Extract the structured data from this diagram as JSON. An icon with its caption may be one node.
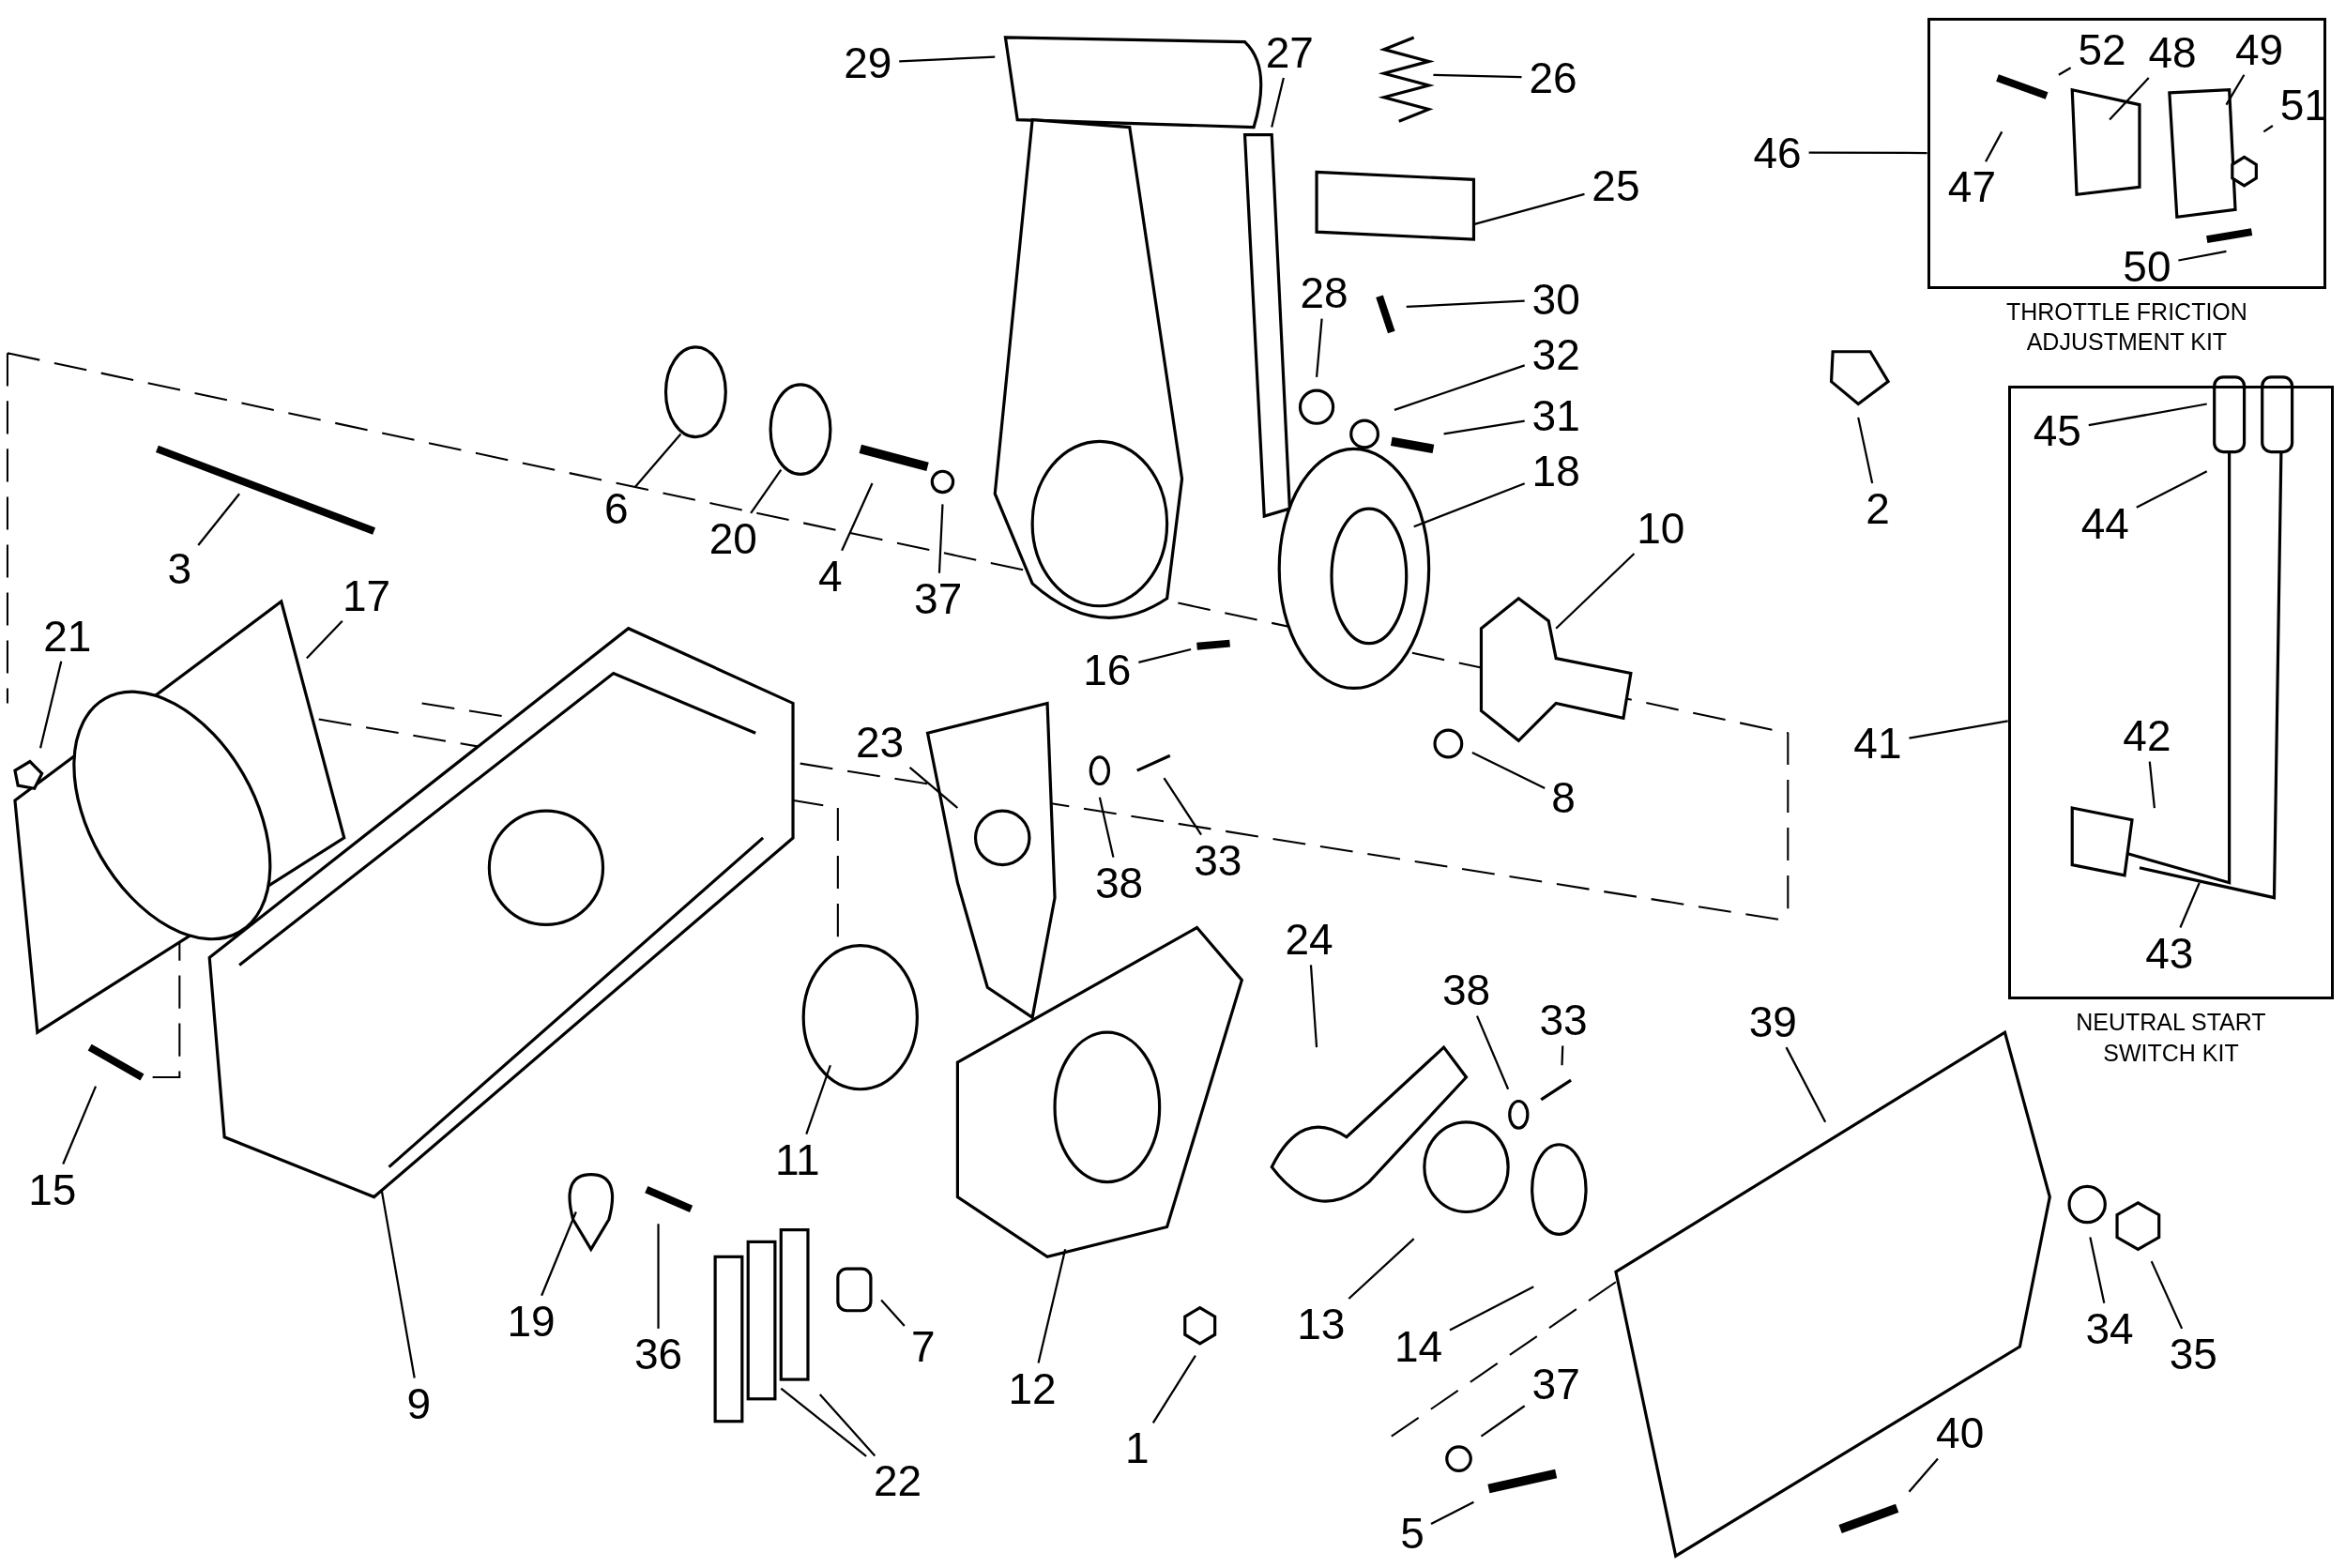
{
  "diagram": {
    "nodes": [
      {
        "text": [
          "THROTTLE FRICTION ADJUSTMENT KIT"
        ]
      },
      {
        "text": [
          "52"
        ],
        "in": 0
      },
      {
        "text": [
          "48"
        ],
        "in": 0
      },
      {
        "text": [
          "49"
        ],
        "in": 0
      },
      {
        "text": [
          "51"
        ],
        "in": 0
      },
      {
        "text": [
          "47"
        ],
        "in": 0
      },
      {
        "text": [
          "50"
        ],
        "in": 0
      },
      {
        "text": [
          "NEUTRAL START SWITCH KIT"
        ]
      },
      {
        "text": [
          "45"
        ],
        "in": 7
      },
      {
        "text": [
          "44"
        ],
        "in": 7
      },
      {
        "text": [
          "42"
        ],
        "in": 7
      },
      {
        "text": [
          "43"
        ],
        "in": 7
      },
      {
        "text": [
          "29"
        ]
      },
      {
        "text": [
          "27"
        ]
      },
      {
        "text": [
          "26"
        ]
      },
      {
        "text": [
          "46"
        ]
      },
      {
        "text": [
          "25"
        ]
      },
      {
        "text": [
          "28"
        ]
      },
      {
        "text": [
          "30"
        ]
      },
      {
        "text": [
          "32"
        ]
      },
      {
        "text": [
          "31"
        ]
      },
      {
        "text": [
          "2"
        ]
      },
      {
        "text": [
          "6"
        ]
      },
      {
        "text": [
          "18"
        ]
      },
      {
        "text": [
          "20"
        ]
      },
      {
        "text": [
          "4"
        ]
      },
      {
        "text": [
          "37"
        ]
      },
      {
        "text": [
          "3"
        ]
      },
      {
        "text": [
          "10"
        ]
      },
      {
        "text": [
          "17"
        ]
      },
      {
        "text": [
          "21"
        ]
      },
      {
        "text": [
          "16"
        ]
      },
      {
        "text": [
          "41"
        ]
      },
      {
        "text": [
          "23"
        ]
      },
      {
        "text": [
          "33"
        ]
      },
      {
        "text": [
          "8"
        ]
      },
      {
        "text": [
          "38"
        ]
      },
      {
        "text": [
          "24"
        ]
      },
      {
        "text": [
          "38"
        ]
      },
      {
        "text": [
          "33"
        ]
      },
      {
        "text": [
          "39"
        ]
      },
      {
        "text": [
          "11"
        ]
      },
      {
        "text": [
          "15"
        ]
      },
      {
        "text": [
          "19"
        ]
      },
      {
        "text": [
          "36"
        ]
      },
      {
        "text": [
          "7"
        ]
      },
      {
        "text": [
          "12"
        ]
      },
      {
        "text": [
          "13"
        ]
      },
      {
        "text": [
          "14"
        ]
      },
      {
        "text": [
          "34"
        ]
      },
      {
        "text": [
          "35"
        ]
      },
      {
        "text": [
          "9"
        ]
      },
      {
        "text": [
          "37"
        ]
      },
      {
        "text": [
          "1"
        ]
      },
      {
        "text": [
          "40"
        ]
      },
      {
        "text": [
          "22"
        ]
      },
      {
        "text": [
          "5"
        ]
      }
    ],
    "edges": [
      {
        "from": 12,
        "to": null,
        "arrow": "none"
      },
      {
        "from": 13,
        "to": null,
        "arrow": "none"
      },
      {
        "from": 14,
        "to": null,
        "arrow": "none"
      },
      {
        "from": 16,
        "to": null,
        "arrow": "none"
      },
      {
        "from": 17,
        "to": null,
        "arrow": "none"
      },
      {
        "from": 18,
        "to": null,
        "arrow": "none"
      },
      {
        "from": 19,
        "to": null,
        "arrow": "none"
      },
      {
        "from": 20,
        "to": null,
        "arrow": "none"
      },
      {
        "from": 23,
        "to": null,
        "arrow": "none"
      },
      {
        "from": 28,
        "to": null,
        "arrow": "none"
      },
      {
        "from": 31,
        "to": null,
        "arrow": "none"
      },
      {
        "from": 35,
        "to": null,
        "arrow": "none"
      },
      {
        "from": 22,
        "to": null,
        "arrow": "none"
      },
      {
        "from": 24,
        "to": null,
        "arrow": "none"
      },
      {
        "from": 25,
        "to": null,
        "arrow": "none"
      },
      {
        "from": 26,
        "to": null,
        "arrow": "none"
      },
      {
        "from": 27,
        "to": null,
        "arrow": "none"
      },
      {
        "from": 29,
        "to": null,
        "arrow": "none"
      },
      {
        "from": 30,
        "to": null,
        "arrow": "none"
      },
      {
        "from": 33,
        "to": null,
        "arrow": "none"
      },
      {
        "from": 36,
        "to": null,
        "arrow": "none"
      },
      {
        "from": 34,
        "to": null,
        "arrow": "none"
      },
      {
        "from": 37,
        "to": null,
        "arrow": "none"
      },
      {
        "from": 38,
        "to": null,
        "arrow": "none"
      },
      {
        "from": 39,
        "to": null,
        "arrow": "none"
      },
      {
        "from": 40,
        "to": null,
        "arrow": "none"
      },
      {
        "from": 41,
        "to": null,
        "arrow": "none"
      },
      {
        "from": 42,
        "to": null,
        "arrow": "none"
      },
      {
        "from": 51,
        "to": null,
        "arrow": "none"
      },
      {
        "from": 43,
        "to": null,
        "arrow": "none"
      },
      {
        "from": 44,
        "to": null,
        "arrow": "none"
      },
      {
        "from": 45,
        "to": null,
        "arrow": "none"
      },
      {
        "from": 46,
        "to": null,
        "arrow": "none"
      },
      {
        "from": 55,
        "to": null,
        "arrow": "none"
      },
      {
        "from": 55,
        "to": null,
        "arrow": "none"
      },
      {
        "from": 53,
        "to": null,
        "arrow": "none"
      },
      {
        "from": 47,
        "to": null,
        "arrow": "none"
      },
      {
        "from": 48,
        "to": null,
        "arrow": "none"
      },
      {
        "from": 52,
        "to": null,
        "arrow": "none"
      },
      {
        "from": 56,
        "to": null,
        "arrow": "none"
      },
      {
        "from": 54,
        "to": null,
        "arrow": "none"
      },
      {
        "from": 49,
        "to": null,
        "arrow": "none"
      },
      {
        "from": 50,
        "to": null,
        "arrow": "none"
      },
      {
        "from": 21,
        "to": null,
        "arrow": "none"
      },
      {
        "from": 1,
        "to": null,
        "arrow": "none"
      },
      {
        "from": 2,
        "to": null,
        "arrow": "none"
      },
      {
        "from": 3,
        "to": null,
        "arrow": "none"
      },
      {
        "from": 4,
        "to": null,
        "arrow": "none"
      },
      {
        "from": 5,
        "to": null,
        "arrow": "none"
      },
      {
        "from": 6,
        "to": null,
        "arrow": "none"
      },
      {
        "from": 8,
        "to": null,
        "arrow": "none"
      },
      {
        "from": 9,
        "to": null,
        "arrow": "none"
      },
      {
        "from": 10,
        "to": null,
        "arrow": "none"
      },
      {
        "from": 11,
        "to": null,
        "arrow": "none"
      },
      {
        "from": 15,
        "to": 0,
        "arrow": "none"
      },
      {
        "from": 32,
        "to": 7,
        "arrow": "none"
      }
    ]
  }
}
